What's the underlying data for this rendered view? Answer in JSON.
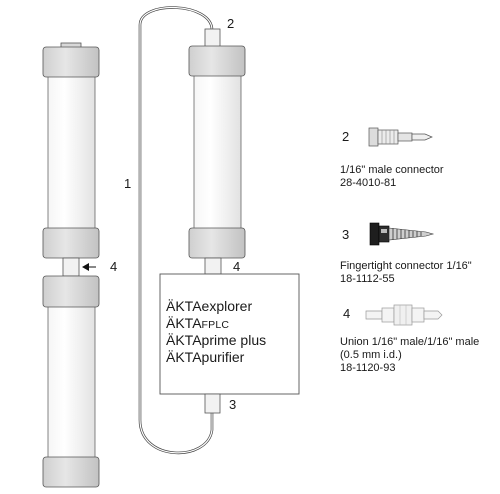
{
  "labels": {
    "tubing": "1",
    "top_connector": "2",
    "bottom_connector": "3",
    "left_union": "4",
    "right_union": "4"
  },
  "system_box": {
    "line1": "ÄKTAexplorer",
    "line2_main": "ÄKTA",
    "line2_suffix": "FPLC",
    "line3": "ÄKTAprime plus",
    "line4": "ÄKTApurifier"
  },
  "parts": [
    {
      "number": "2",
      "name": "1/16\" male connector",
      "code": "28-4010-81"
    },
    {
      "number": "3",
      "name": "Fingertight connector 1/16\"",
      "code": "18-1112-55"
    },
    {
      "number": "4",
      "name": "Union 1/16\" male/1/16\" male",
      "detail": "(0.5 mm i.d.)",
      "code": "18-1120-93"
    }
  ]
}
